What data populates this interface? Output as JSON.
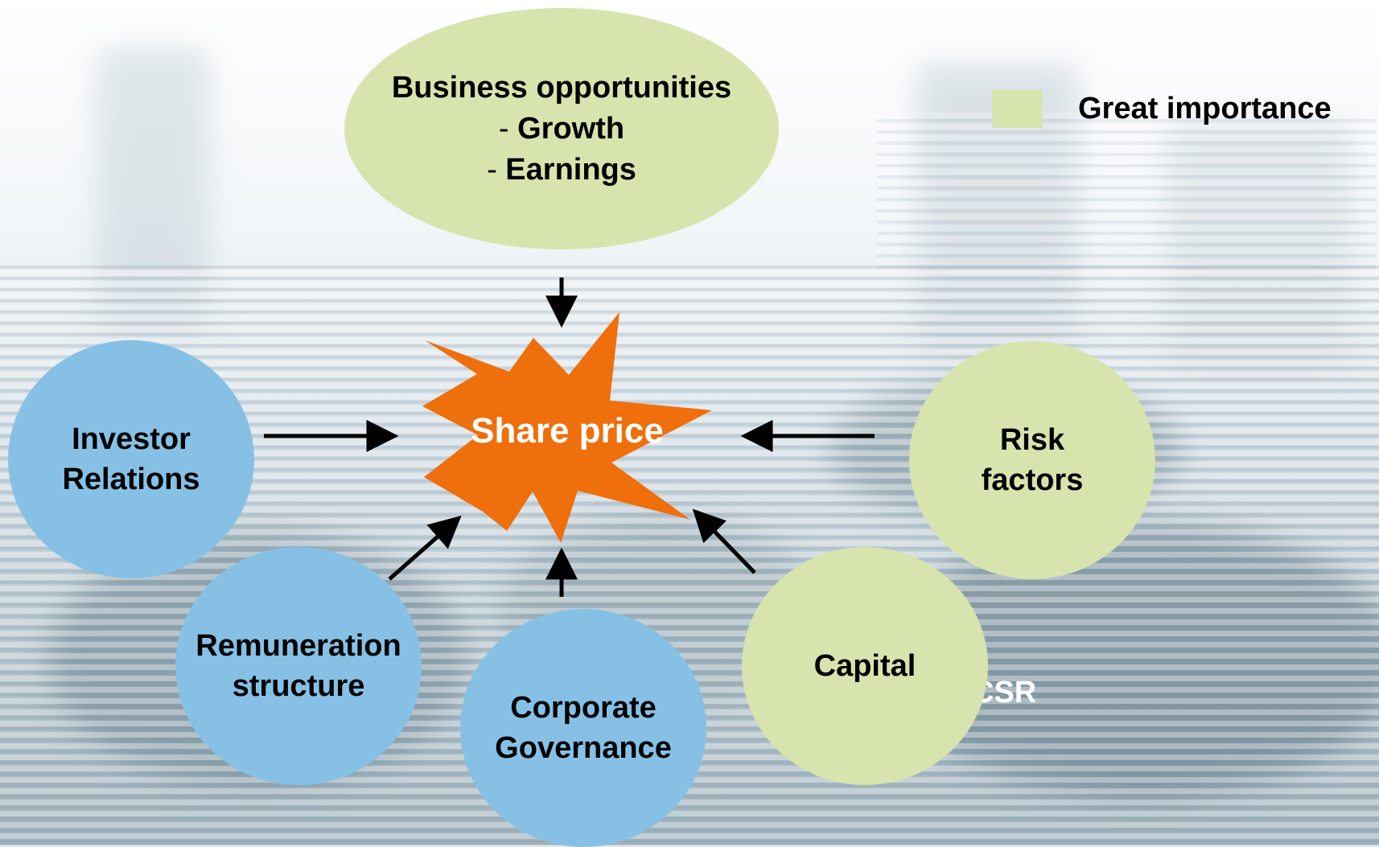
{
  "colors": {
    "great_importance": "#d7e4ad",
    "other_factor": "#86c1e5",
    "star": "#ee6f0b",
    "arrow": "#000000"
  },
  "legend": {
    "label": "Great importance"
  },
  "center": {
    "label": "Share price"
  },
  "nodes": {
    "business": {
      "title": "Business opportunities",
      "bullet_1": "Growth",
      "bullet_2": "Earnings",
      "dash": "-"
    },
    "investor_relations": {
      "line1": "Investor",
      "line2": "Relations"
    },
    "risk_factors": {
      "line1": "Risk",
      "line2": "factors"
    },
    "remuneration": {
      "line1": "Remuneration",
      "line2": "structure"
    },
    "capital": {
      "line1": "Capital"
    },
    "corporate_governance": {
      "line1": "Corporate",
      "line2": "Governance"
    }
  },
  "background_text": {
    "csr": "CSR"
  }
}
